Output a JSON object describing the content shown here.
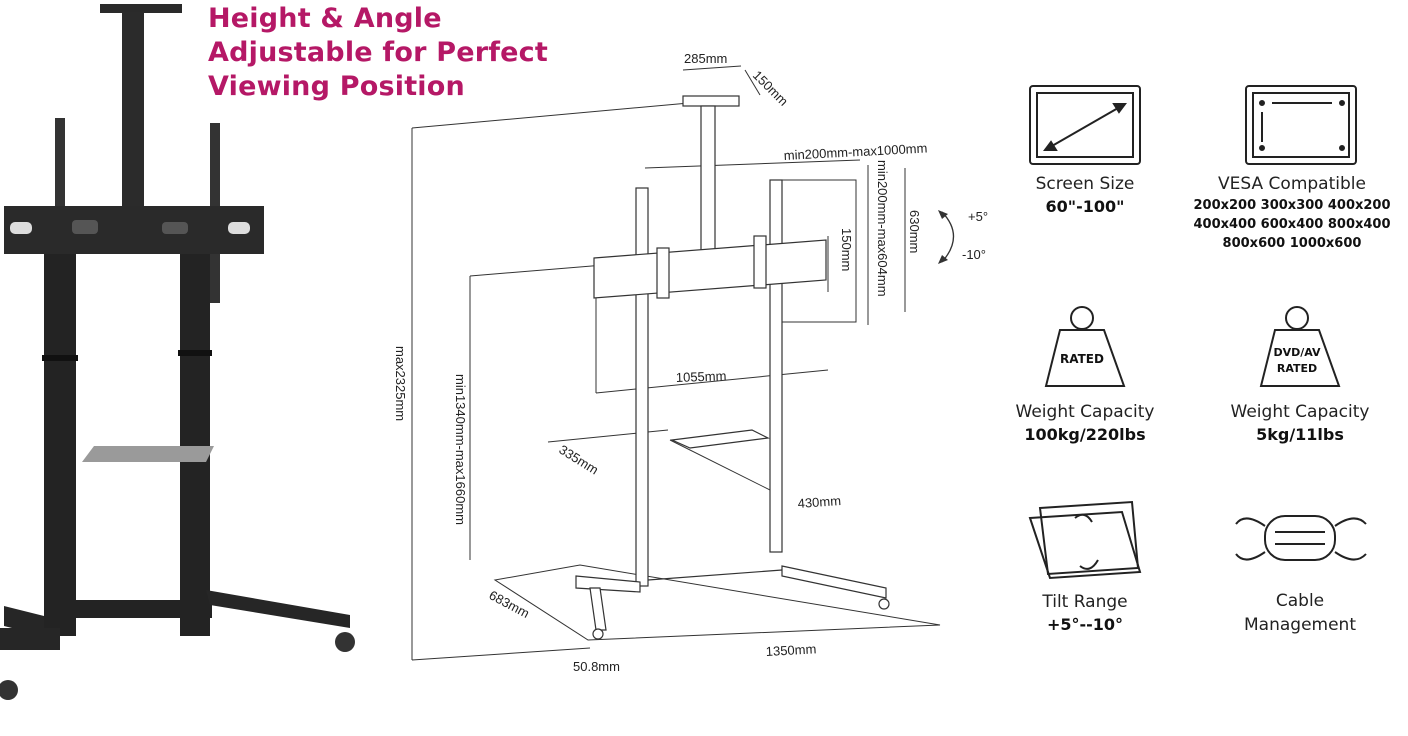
{
  "headline": {
    "lines": [
      "Height & Angle",
      "Adjustable for Perfect",
      "Viewing Position"
    ],
    "color": "#b51866"
  },
  "dimensions": {
    "top_shelf_width": "285mm",
    "top_shelf_depth": "150mm",
    "vesa_horizontal": "min200mm-max1000mm",
    "vesa_vertical": "min200mm-max604mm",
    "bracket_height": "630mm",
    "bracket_inner": "150mm",
    "tilt_up": "+5°",
    "tilt_down": "-10°",
    "total_height": "max2325mm",
    "center_height": "min1340mm-max1660mm",
    "bracket_width": "1055mm",
    "shelf_depth": "335mm",
    "shelf_width": "430mm",
    "base_depth": "683mm",
    "base_width": "1350mm",
    "tube_diameter": "50.8mm"
  },
  "features": [
    {
      "icon": "screen-size-icon",
      "label": "Screen Size",
      "value": "60\"-100\""
    },
    {
      "icon": "vesa-icon",
      "label": "VESA Compatible",
      "lines": [
        "200x200 300x300 400x200",
        "400x400 600x400 800x400",
        "800x600 1000x600"
      ]
    },
    {
      "icon": "weight-icon",
      "badge": "RATED",
      "label": "Weight Capacity",
      "value": "100kg/220lbs"
    },
    {
      "icon": "weight-icon",
      "badge_lines": [
        "DVD/AV",
        "RATED"
      ],
      "label": "Weight Capacity",
      "value": "5kg/11lbs"
    },
    {
      "icon": "tilt-icon",
      "label": "Tilt Range",
      "value": "+5°--10°"
    },
    {
      "icon": "cable-icon",
      "label_lines": [
        "Cable",
        "Management"
      ]
    }
  ]
}
